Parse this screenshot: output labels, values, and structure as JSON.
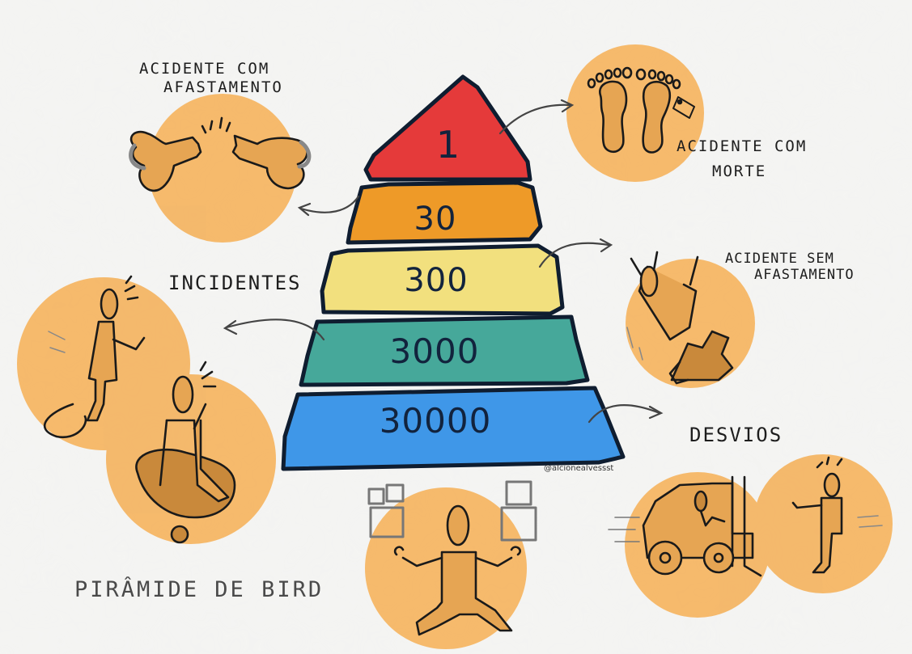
{
  "pyramid": {
    "levels": [
      {
        "value": "1",
        "color": "#e53a3a"
      },
      {
        "value": "30",
        "color": "#ee9a28"
      },
      {
        "value": "300",
        "color": "#f2e07e"
      },
      {
        "value": "3000",
        "color": "#46a89a"
      },
      {
        "value": "30000",
        "color": "#3f97e8"
      }
    ],
    "credit": "@alcionealvessst"
  },
  "labels": {
    "afastamento": [
      "ACIDENTE COM",
      "AFASTAMENTO"
    ],
    "morte": [
      "ACIDENTE COM",
      "MORTE"
    ],
    "sem_afastamento": [
      "ACIDENTE SEM",
      "AFASTAMENTO"
    ],
    "incidentes": "INCIDENTES",
    "desvios": "DESVIOS"
  },
  "title": "PIRÂMIDE DE BIRD",
  "colors": {
    "bubble": "#f5b461",
    "skin": "#e6a553",
    "outline": "#1a1a1a",
    "background": "#f3f3f1"
  }
}
